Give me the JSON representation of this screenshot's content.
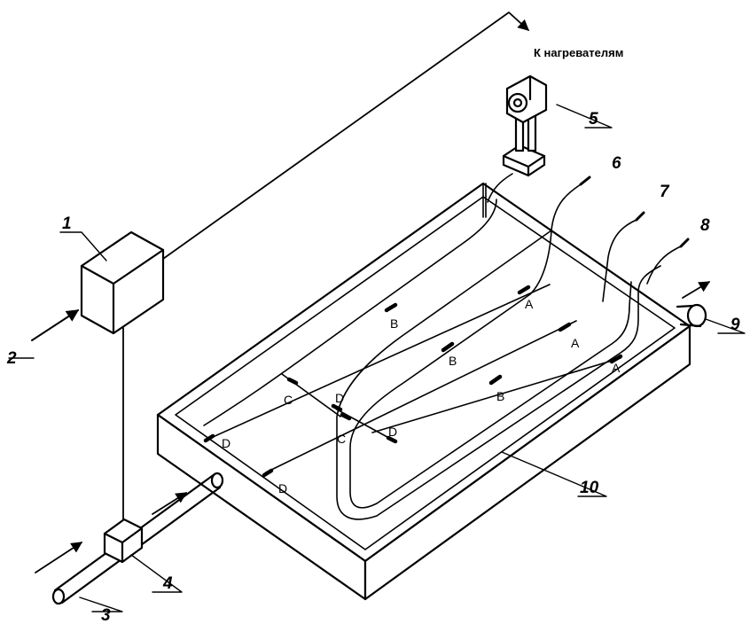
{
  "heater_note": "К нагревателям",
  "callouts": {
    "c1": "1",
    "c2": "2",
    "c3": "3",
    "c4": "4",
    "c5": "5",
    "c6": "6",
    "c7": "7",
    "c8": "8",
    "c9": "9",
    "c10": "10"
  },
  "points": {
    "A1": "A",
    "A2": "A",
    "A3": "A",
    "B1": "B",
    "B2": "B",
    "B3": "B",
    "C1": "C",
    "C2": "C",
    "D1": "D",
    "D2": "D",
    "D3": "D",
    "D4": "D"
  },
  "colors": {
    "line": "#000000",
    "background": "#ffffff"
  }
}
